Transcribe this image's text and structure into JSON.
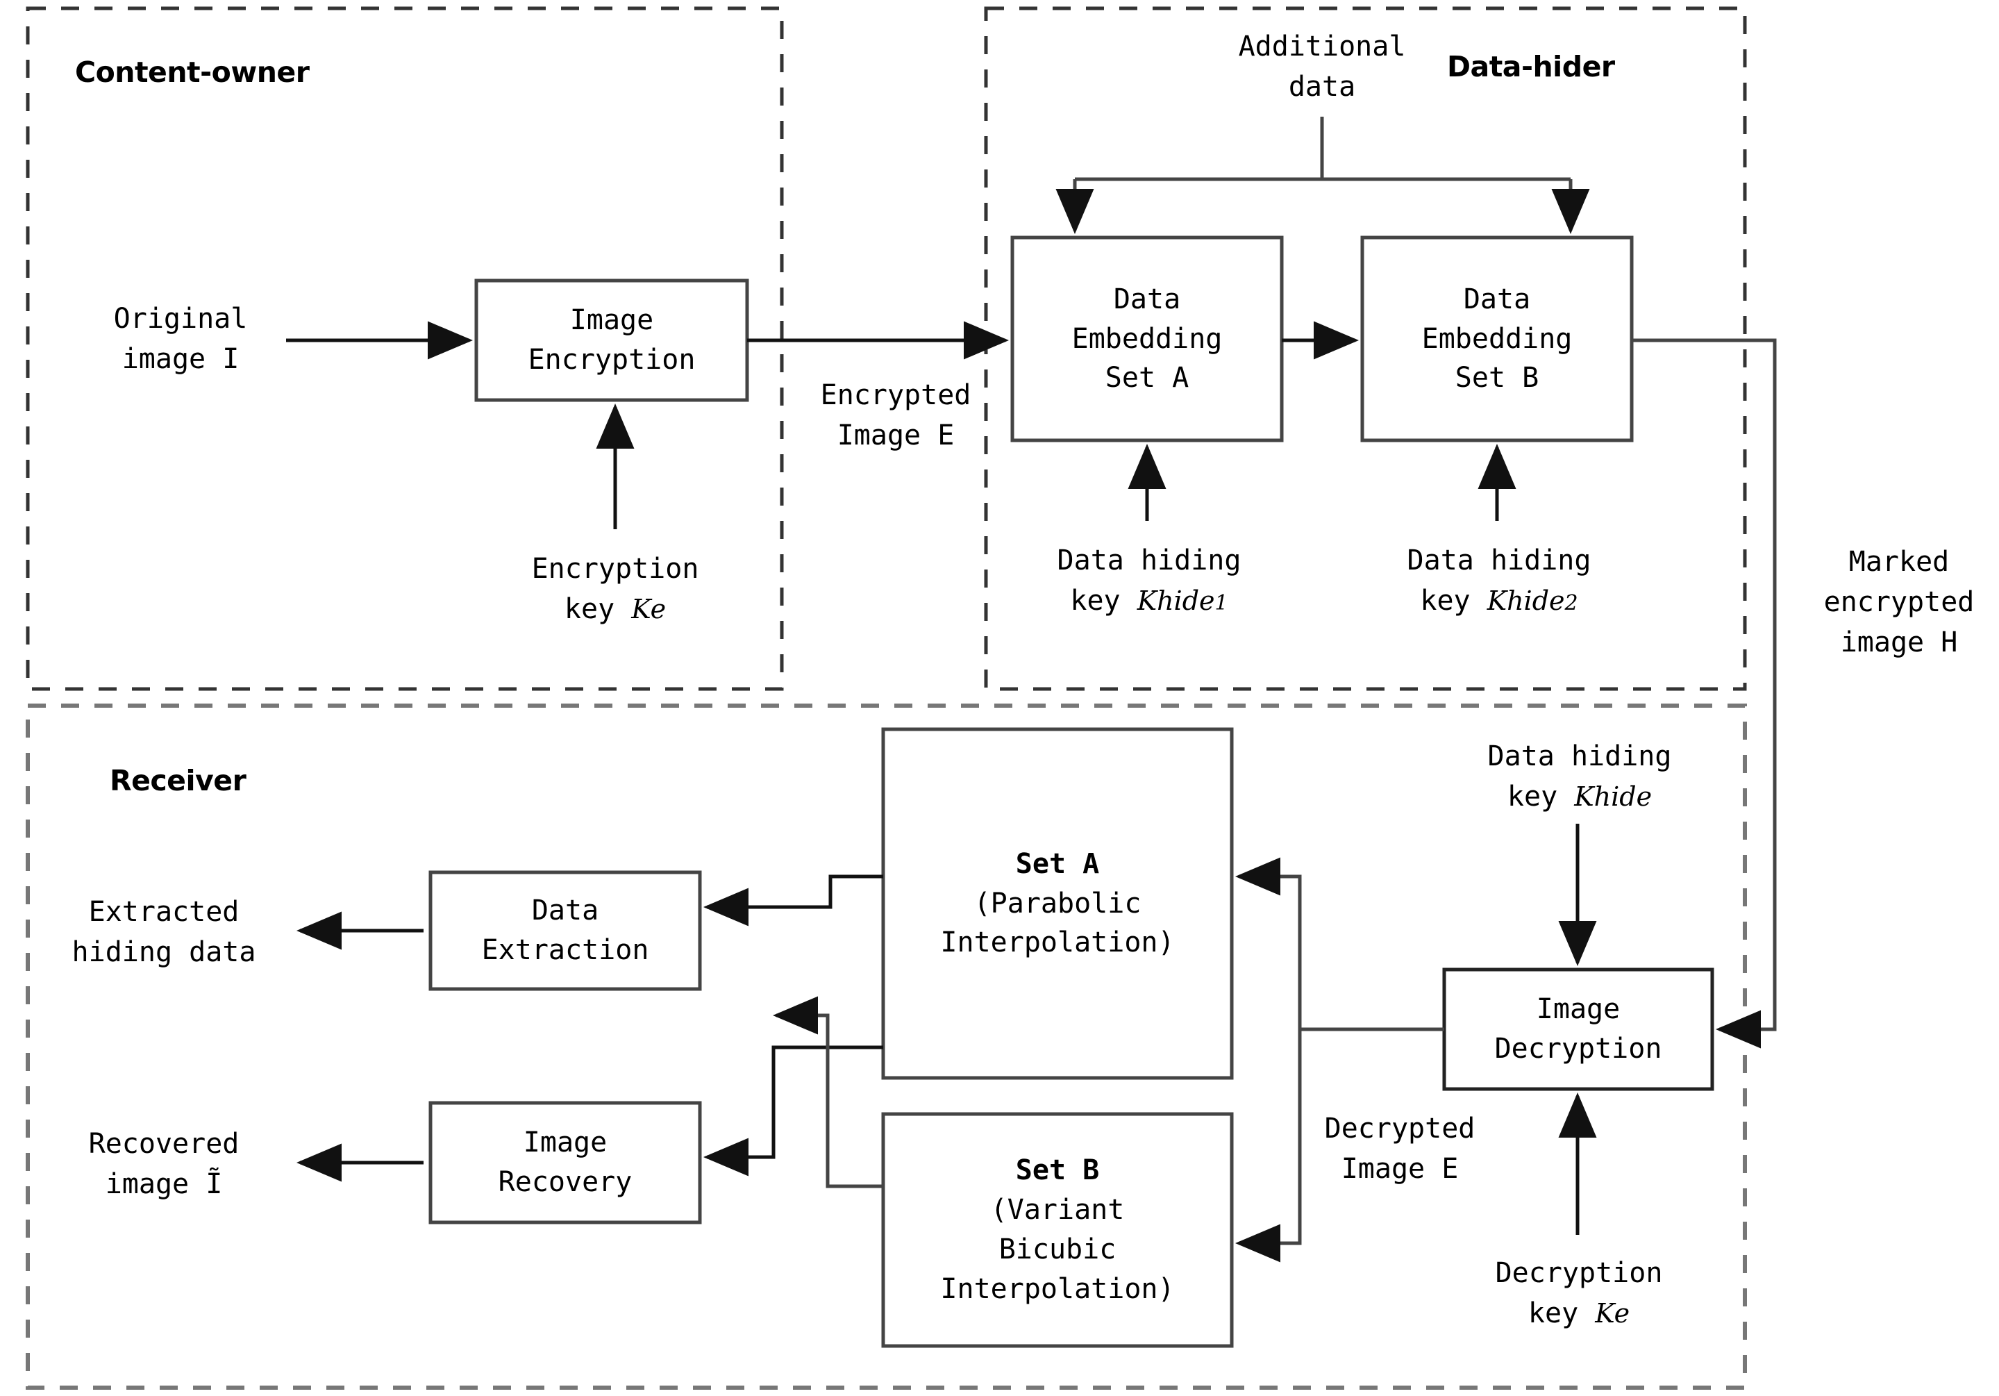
{
  "diagram": {
    "title_zones": [
      {
        "name": "content-owner",
        "label": "Content-owner"
      },
      {
        "name": "data-hider",
        "label": "Data-hider"
      },
      {
        "name": "receiver",
        "label": "Receiver"
      }
    ],
    "process_boxes": [
      {
        "name": "image-encryption",
        "lines": [
          "Image",
          "Encryption"
        ]
      },
      {
        "name": "data-embedding-set-a",
        "lines": [
          "Data",
          "Embedding",
          "Set A"
        ]
      },
      {
        "name": "data-embedding-set-b",
        "lines": [
          "Data",
          "Embedding",
          "Set B"
        ]
      },
      {
        "name": "data-extraction",
        "lines": [
          "Data",
          "Extraction"
        ]
      },
      {
        "name": "image-recovery",
        "lines": [
          "Image",
          "Recovery"
        ]
      },
      {
        "name": "set-a-parabolic",
        "lines": [
          "Set A",
          "(Parabolic",
          "Interpolation)"
        ]
      },
      {
        "name": "set-b-bicubic",
        "lines": [
          "Set B",
          "(Variant",
          "Bicubic",
          "Interpolation)"
        ]
      },
      {
        "name": "image-decryption",
        "lines": [
          "Image",
          "Decryption"
        ]
      }
    ],
    "edge_labels": [
      {
        "name": "original-image",
        "lines": [
          "Original",
          "image I"
        ]
      },
      {
        "name": "encryption-key",
        "lines": [
          "Encryption",
          "key ",
          "Ke"
        ],
        "plain": [
          "Encryption"
        ],
        "italic_line": "key Ke"
      },
      {
        "name": "encrypted-image",
        "lines": [
          "Encrypted",
          "Image E"
        ]
      },
      {
        "name": "additional-data",
        "lines": [
          "Additional",
          "data"
        ]
      },
      {
        "name": "data-hiding-key-1",
        "lines": [
          "Data hiding",
          "key Khide1"
        ]
      },
      {
        "name": "data-hiding-key-2",
        "lines": [
          "Data hiding",
          "key Khide2"
        ]
      },
      {
        "name": "marked-encrypted-image",
        "lines": [
          "Marked",
          "encrypted",
          "image H"
        ]
      },
      {
        "name": "data-hiding-key-receiver",
        "lines": [
          "Data hiding",
          "key Khide"
        ]
      },
      {
        "name": "decrypted-image",
        "lines": [
          "Decrypted",
          "Image E"
        ]
      },
      {
        "name": "decryption-key",
        "lines": [
          "Decryption",
          "key Ke"
        ]
      },
      {
        "name": "extracted-hiding-data",
        "lines": [
          "Extracted",
          "hiding data"
        ]
      },
      {
        "name": "recovered-image",
        "lines": [
          "Recovered",
          "image Ĩ"
        ]
      }
    ],
    "text": {
      "content_owner": "Content-owner",
      "data_hider": "Data-hider",
      "receiver": "Receiver",
      "image": "Image",
      "encryption": "Encryption",
      "data": "Data",
      "embedding": "Embedding",
      "set_a": "Set A",
      "set_b": "Set B",
      "extraction": "Extraction",
      "recovery": "Recovery",
      "decryption": "Decryption",
      "parabolic": "(Parabolic",
      "interpolation_close": "Interpolation)",
      "variant": "(Variant",
      "bicubic": "Bicubic",
      "original": "Original",
      "image_i": "image I",
      "encryption_word": "Encryption",
      "key_ke": "key ",
      "ke": "Ke",
      "encrypted": "Encrypted",
      "image_e": "Image E",
      "additional": "Additional",
      "data_word": "data",
      "data_hiding": "Data hiding",
      "key_word": "key ",
      "khide1_base": "Khide",
      "khide1_sub": "1",
      "khide2_base": "Khide",
      "khide2_sub": "2",
      "khide": "Khide",
      "marked": "Marked",
      "encrypted_word": "encrypted",
      "image_h": "image H",
      "decrypted": "Decrypted",
      "decryption_word": "Decryption",
      "extracted": "Extracted",
      "hiding_data": "hiding data",
      "recovered": "Recovered",
      "image_itilde": "image Ĩ"
    },
    "colors": {
      "stroke": "#1a1a1a",
      "stroke_light": "#555555",
      "dashed": "#333333",
      "background": "#ffffff"
    }
  }
}
